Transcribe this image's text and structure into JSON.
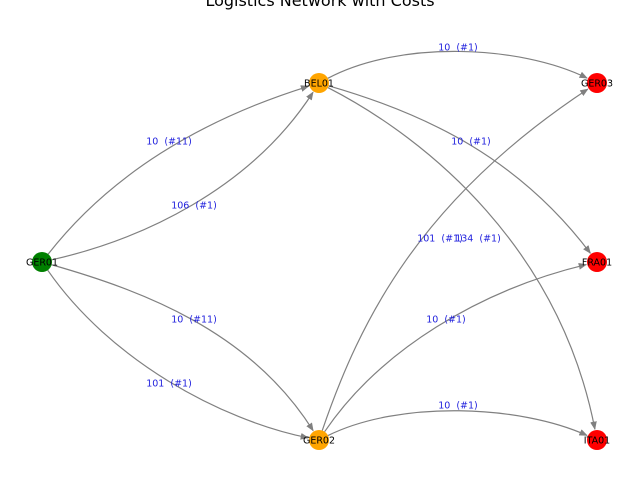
{
  "title": "Logistics Network with Costs",
  "colors": {
    "source": "#008000",
    "hub": "#FFA500",
    "destination": "#FF0000",
    "edge": "#808080",
    "edge_label": "#1f1fdd"
  },
  "nodes": [
    {
      "id": "GER01",
      "label": "GER01",
      "role": "source"
    },
    {
      "id": "BEL01",
      "label": "BEL01",
      "role": "hub"
    },
    {
      "id": "GER02",
      "label": "GER02",
      "role": "hub"
    },
    {
      "id": "GER03",
      "label": "GER03",
      "role": "destination"
    },
    {
      "id": "FRA01",
      "label": "FRA01",
      "role": "destination"
    },
    {
      "id": "ITA01",
      "label": "ITA01",
      "role": "destination"
    }
  ],
  "edges": [
    {
      "from": "GER01",
      "to": "BEL01",
      "label": "10  (#11)"
    },
    {
      "from": "GER01",
      "to": "BEL01",
      "label": "106  (#1)"
    },
    {
      "from": "GER01",
      "to": "GER02",
      "label": "10  (#11)"
    },
    {
      "from": "GER01",
      "to": "GER02",
      "label": "101  (#1)"
    },
    {
      "from": "BEL01",
      "to": "GER03",
      "label": "10  (#1)"
    },
    {
      "from": "BEL01",
      "to": "FRA01",
      "label": "10  (#1)"
    },
    {
      "from": "BEL01",
      "to": "ITA01",
      "label": "134  (#1)"
    },
    {
      "from": "GER02",
      "to": "GER03",
      "label": "101  (#1)"
    },
    {
      "from": "GER02",
      "to": "FRA01",
      "label": "10  (#1)"
    },
    {
      "from": "GER02",
      "to": "ITA01",
      "label": "10  (#1)"
    }
  ]
}
